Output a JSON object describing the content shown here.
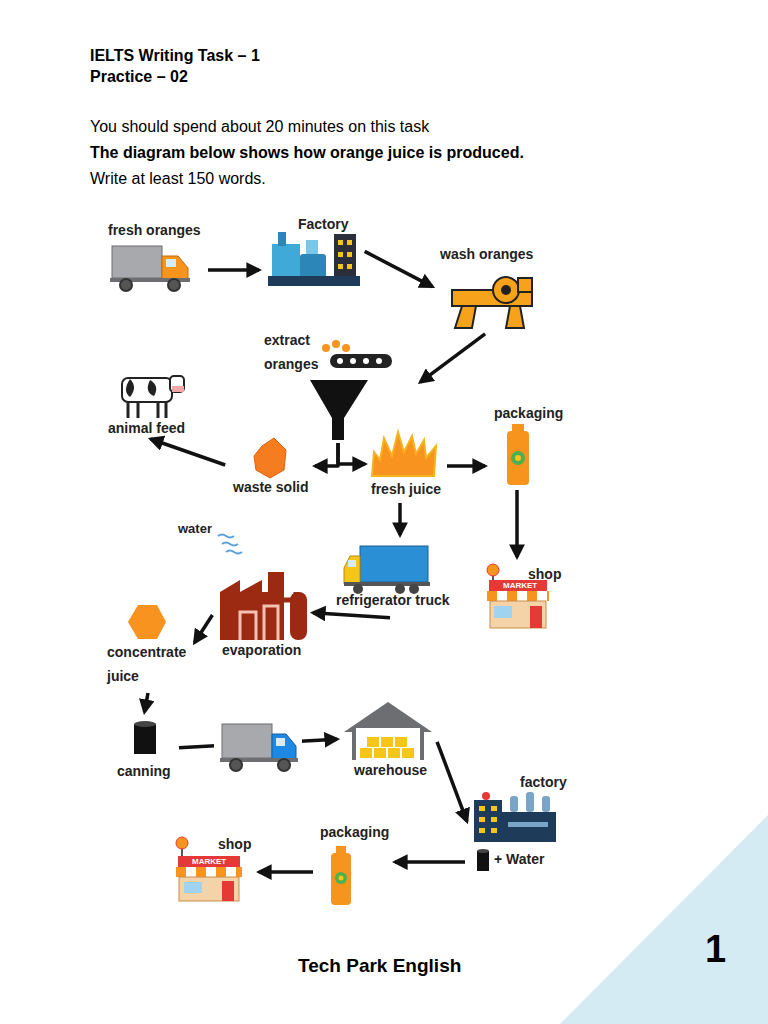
{
  "diagram": {
    "title": "IELTS Writing Task – 1",
    "nodes": [
      {
        "text": [
          "fresh oranges"
        ]
      },
      {
        "text": [
          "Factory"
        ]
      },
      {
        "text": [
          "wash oranges"
        ]
      },
      {
        "text": [
          "extract oranges"
        ]
      },
      {
        "text": [
          "animal feed"
        ]
      },
      {
        "text": [
          "packaging"
        ]
      },
      {
        "text": [
          "waste solid"
        ]
      },
      {
        "text": [
          "fresh juice"
        ]
      },
      {
        "text": [
          "shop"
        ]
      },
      {
        "text": [
          "refrigerator truck"
        ]
      },
      {
        "text": [
          "concentrate juice"
        ]
      },
      {
        "text": [
          "evaporation"
        ]
      },
      {
        "text": [
          "canning"
        ]
      },
      {
        "text": [
          "warehouse"
        ]
      },
      {
        "text": [
          "factory",
          "+ Water"
        ]
      },
      {
        "text": [
          "packaging"
        ]
      },
      {
        "text": [
          "shop"
        ]
      }
    ],
    "edges": [
      {
        "from": 0,
        "to": 1,
        "arrow": "to"
      },
      {
        "from": 1,
        "to": 2,
        "arrow": "to"
      },
      {
        "from": 2,
        "to": 3,
        "arrow": "to"
      },
      {
        "from": 3,
        "to": 6,
        "arrow": "to"
      },
      {
        "from": 3,
        "to": 7,
        "arrow": "to"
      },
      {
        "from": 6,
        "to": 4,
        "arrow": "to"
      },
      {
        "from": 7,
        "to": 5,
        "arrow": "to"
      },
      {
        "from": 5,
        "to": 8,
        "arrow": "to"
      },
      {
        "from": 7,
        "to": 9,
        "arrow": "to"
      },
      {
        "from": 9,
        "to": 11,
        "arrow": "to"
      },
      {
        "from": 11,
        "to": 10,
        "arrow": "to"
      },
      {
        "from": 10,
        "to": 12,
        "arrow": "to"
      },
      {
        "from": 12,
        "to": 13,
        "arrow": "to"
      },
      {
        "from": 13,
        "to": 14,
        "arrow": "to"
      },
      {
        "from": 14,
        "to": 15,
        "arrow": "to"
      },
      {
        "from": 15,
        "to": 16,
        "arrow": "to"
      }
    ],
    "labels": [
      "Practice – 02",
      "You should spend about 20 minutes on this task",
      "The diagram below shows how orange juice is produced.",
      "Write at least 150 words.",
      "water",
      "MARKET",
      "MARKET",
      "Tech Park English",
      "1"
    ]
  }
}
